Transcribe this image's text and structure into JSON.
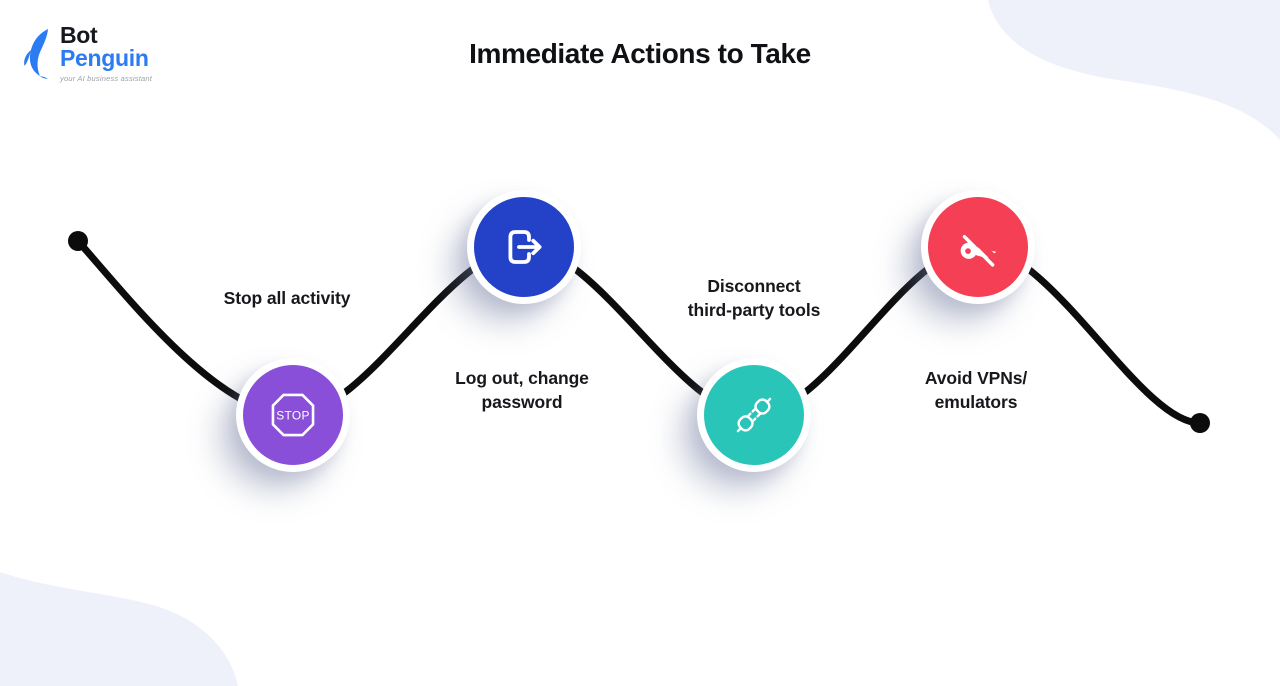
{
  "page": {
    "background_color": "#ffffff",
    "blob_color": "#eef1fa",
    "line_color": "#0c0c0c"
  },
  "logo": {
    "brand_top": "Bot",
    "brand_bottom": "Penguin",
    "tagline": "your AI business assistant",
    "colors": {
      "bot": "#15191f",
      "penguin": "#2b7bf3",
      "icon": "#2b7bf3",
      "tagline": "#9aa2ab"
    }
  },
  "title": "Immediate Actions to Take",
  "timeline": {
    "steps": [
      {
        "icon": "stop-sign-icon",
        "icon_text": "STOP",
        "color": "#8a4fd8",
        "label_lines": [
          "Stop all activity",
          ""
        ]
      },
      {
        "icon": "logout-icon",
        "color": "#2342c7",
        "label_lines": [
          "Log out, change",
          "password"
        ]
      },
      {
        "icon": "disconnect-plug-icon",
        "color": "#29c5b8",
        "label_lines": [
          "Disconnect",
          "third-party tools"
        ]
      },
      {
        "icon": "key-off-icon",
        "color": "#f43f55",
        "label_lines": [
          "Avoid VPNs/",
          "emulators"
        ]
      }
    ]
  }
}
